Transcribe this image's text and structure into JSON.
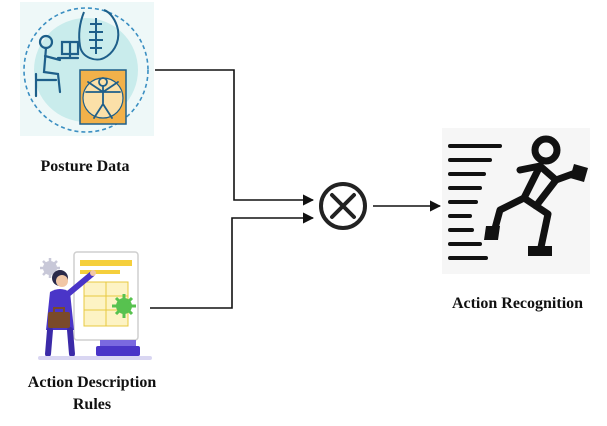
{
  "nodes": {
    "posture": {
      "label": "Posture Data",
      "icon": "posture-data-illustration"
    },
    "rules": {
      "label_line1": "Action Description",
      "label_line2": "Rules",
      "icon": "action-rules-illustration"
    },
    "operator": {
      "symbol": "multiply-operator",
      "color": "#222222"
    },
    "output": {
      "label": "Action Recognition",
      "icon": "running-person-icon"
    }
  },
  "colors": {
    "posture_bg": "#c9ecec",
    "posture_dash": "#3b8fc2",
    "figure_blue": "#1e5f8a",
    "vitruvian_gold": "#f2b14a",
    "rules_purple": "#4a35c8",
    "rules_yellow": "#f5cf3c",
    "gear_green": "#57c24f",
    "line": "#111111"
  }
}
